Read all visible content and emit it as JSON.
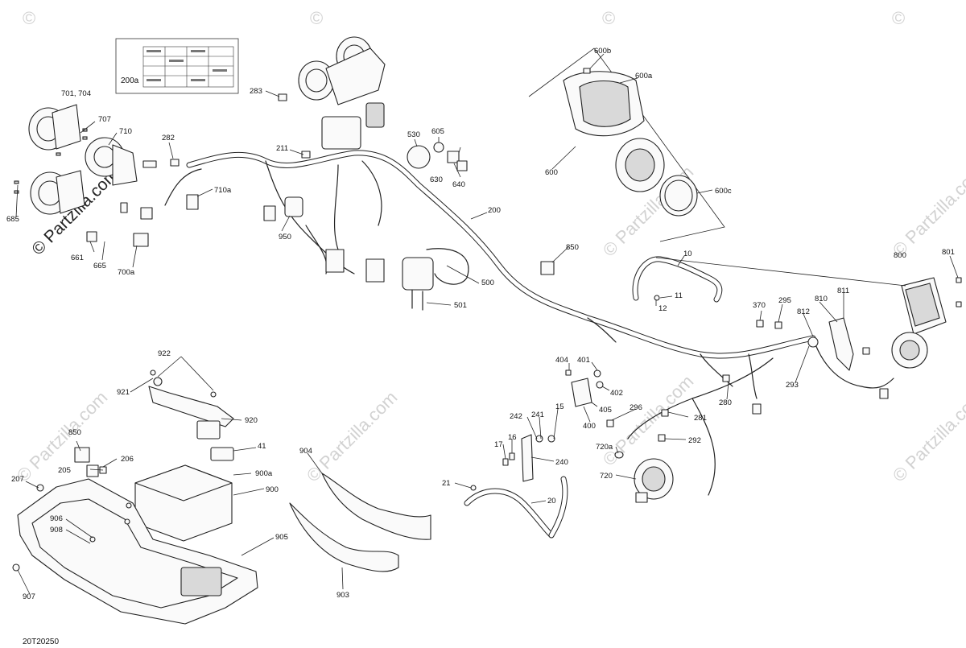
{
  "watermark": {
    "text": "© Partzilla.com",
    "symbol": "©"
  },
  "diagram_code": "20T20250",
  "inset_label": "200a",
  "callouts": {
    "c200a": "200a",
    "c283": "283",
    "c701": "701, 704",
    "c707": "707",
    "c710": "710",
    "c282": "282",
    "c211": "211",
    "c710a": "710a",
    "c685": "685",
    "c661": "661",
    "c665": "665",
    "c700a": "700a",
    "c950": "950",
    "c530": "530",
    "c605": "605",
    "c630": "630",
    "c640": "640",
    "c600b": "600b",
    "c600a": "600a",
    "c600": "600",
    "c600c": "600c",
    "c200": "200",
    "c850a": "850",
    "c500": "500",
    "c501": "501",
    "c10": "10",
    "c11": "11",
    "c12": "12",
    "c800": "800",
    "c801": "801",
    "c370": "370",
    "c295": "295",
    "c810": "810",
    "c811": "811",
    "c812": "812",
    "c293": "293",
    "c280": "280",
    "c404": "404",
    "c401": "401",
    "c402": "402",
    "c405": "405",
    "c400": "400",
    "c296": "296",
    "c281": "281",
    "c292": "292",
    "c922": "922",
    "c921": "921",
    "c920": "920",
    "c850b": "850",
    "c41": "41",
    "c205": "205",
    "c206": "206",
    "c900a": "900a",
    "c900": "900",
    "c207": "207",
    "c906": "906",
    "c908": "908",
    "c905": "905",
    "c907": "907",
    "c904": "904",
    "c903": "903",
    "c242": "242",
    "c241": "241",
    "c15": "15",
    "c17": "17",
    "c16": "16",
    "c240": "240",
    "c21": "21",
    "c20": "20",
    "c720a": "720a",
    "c720": "720"
  }
}
